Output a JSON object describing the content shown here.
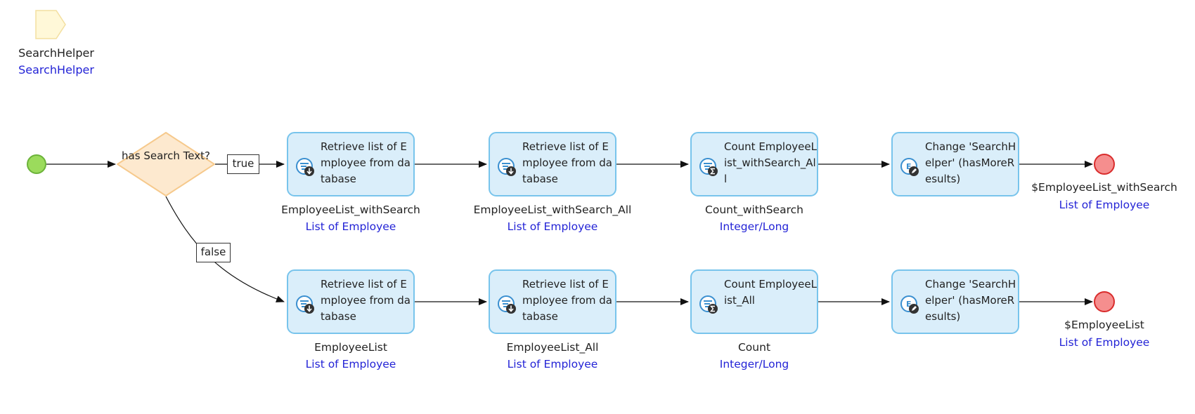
{
  "parameter": {
    "name": "SearchHelper",
    "type": "SearchHelper"
  },
  "decision": {
    "label": "has Search Text?"
  },
  "flows": {
    "true_label": "true",
    "false_label": "false"
  },
  "rows": [
    {
      "activities": [
        {
          "kind": "retrieve",
          "label": "Retrieve list of Employee from database",
          "var_name": "EmployeeList_withSearch",
          "var_type": "List of Employee"
        },
        {
          "kind": "retrieve",
          "label": "Retrieve list of Employee from database",
          "var_name": "EmployeeList_withSearch_All",
          "var_type": "List of Employee"
        },
        {
          "kind": "aggregate",
          "label": "Count EmployeeList_withSearch_All",
          "var_name": "Count_withSearch",
          "var_type": "Integer/Long"
        },
        {
          "kind": "change",
          "label": "Change 'SearchHelper' (hasMoreResults)",
          "var_name": "",
          "var_type": ""
        }
      ],
      "end": {
        "return_value": "$EmployeeList_withSearch",
        "return_type": "List of Employee"
      }
    },
    {
      "activities": [
        {
          "kind": "retrieve",
          "label": "Retrieve list of Employee from database",
          "var_name": "EmployeeList",
          "var_type": "List of Employee"
        },
        {
          "kind": "retrieve",
          "label": "Retrieve list of Employee from database",
          "var_name": "EmployeeList_All",
          "var_type": "List of Employee"
        },
        {
          "kind": "aggregate",
          "label": "Count EmployeeList_All",
          "var_name": "Count",
          "var_type": "Integer/Long"
        },
        {
          "kind": "change",
          "label": "Change 'SearchHelper' (hasMoreResults)",
          "var_name": "",
          "var_type": ""
        }
      ],
      "end": {
        "return_value": "$EmployeeList",
        "return_type": "List of Employee"
      }
    }
  ],
  "colors": {
    "activity_fill": "#daeefa",
    "activity_border": "#78c4ec",
    "type_text": "#2323d6",
    "start_fill": "#9bdb5c",
    "end_fill": "#f58e8e",
    "decision_fill": "#fde9cf",
    "parameter_fill": "#fff8d8"
  }
}
